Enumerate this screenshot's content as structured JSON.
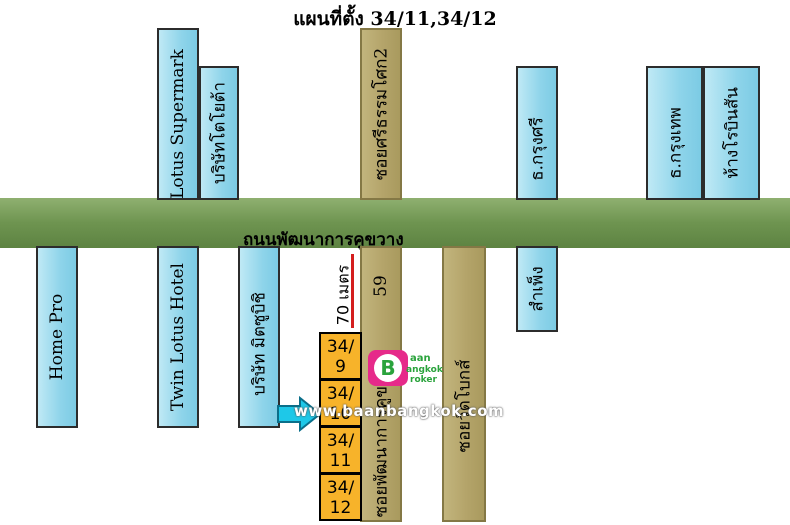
{
  "title": "แผนที่ตั้ง 34/11,34/12",
  "main_road": {
    "name": "ถนนพัฒนาการคูขวาง"
  },
  "north_places": {
    "lotus_supermarket": "Lotus Supermark",
    "toyota": "บริษัทโตโยต้า",
    "soi_srithammasok": "ซอยศรีธรรมโศก2",
    "krungsri": "ธ.กรุงศรี",
    "krungthep": "ธ.กรุงเทพ",
    "robinson": "ห้างโรบินสัน"
  },
  "south_places": {
    "home_pro": "Home Pro",
    "twin_lotus": "Twin Lotus Hotel",
    "mitsubishi": "บริษัท มิตซูบิชิ",
    "soi_59_name": "ซอยพัฒนาการคูขวาง",
    "soi_59_number": "59",
    "soi_wat_boek": "ซอยวัดโบกส์",
    "sam_phueng": "สำเพ็ง"
  },
  "distance_label": "70 เมตร",
  "lots": [
    {
      "top": "34/",
      "bottom": "9"
    },
    {
      "top": "34/",
      "bottom": "10"
    },
    {
      "top": "34/",
      "bottom": "11"
    },
    {
      "top": "34/",
      "bottom": "12"
    }
  ],
  "logo": {
    "letter": "B",
    "line1": "aan",
    "line2": "angkok",
    "line3": "roker"
  },
  "watermark": "www.baanbangkok.com",
  "colors": {
    "road": "#6e9450",
    "building": "#8ed4ea",
    "soi": "#b4a46a",
    "lot": "#f7b32a",
    "arrow": "#1ec8e8"
  }
}
